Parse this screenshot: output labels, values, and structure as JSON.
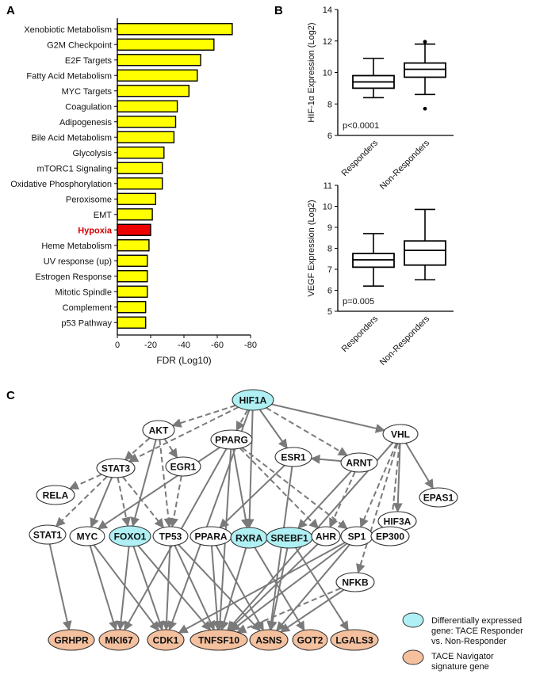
{
  "panels": {
    "a": "A",
    "b": "B",
    "c": "C"
  },
  "chart_data": [
    {
      "type": "bar",
      "orientation": "horizontal",
      "categories": [
        "Xenobiotic Metabolism",
        "G2M Checkpoint",
        "E2F Targets",
        "Fatty Acid Metabolism",
        "MYC Targets",
        "Coagulation",
        "Adipogenesis",
        "Bile Acid Metabolism",
        "Glycolysis",
        "mTORC1 Signaling",
        "Oxidative Phosphorylation",
        "Peroxisome",
        "EMT",
        "Hypoxia",
        "Heme Metabolism",
        "UV response (up)",
        "Estrogen Response",
        "Mitotic Spindle",
        "Complement",
        "p53 Pathway"
      ],
      "values": [
        -69,
        -58,
        -50,
        -48,
        -43,
        -36,
        -35,
        -34,
        -28,
        -27,
        -27,
        -23,
        -21,
        -20,
        -19,
        -18,
        -18,
        -18,
        -17,
        -17
      ],
      "highlight": "Hypoxia",
      "xlabel": "FDR (Log10)",
      "xlim": [
        0,
        -80
      ],
      "xticks": [
        "0",
        "-20",
        "-40",
        "-60",
        "-80"
      ],
      "bar_color": "#ffff00",
      "highlight_color": "#ee0000"
    },
    {
      "type": "boxplot",
      "ylabel": "HIF-1α Expression (Log2)",
      "ylim": [
        6,
        14
      ],
      "yticks": [
        "6",
        "8",
        "10",
        "12",
        "14"
      ],
      "categories": [
        "Responders",
        "Non-Responders"
      ],
      "boxes": [
        {
          "min": 8.4,
          "q1": 9.0,
          "median": 9.4,
          "q3": 9.8,
          "max": 10.9,
          "outliers": []
        },
        {
          "min": 8.6,
          "q1": 9.7,
          "median": 10.2,
          "q3": 10.6,
          "max": 11.8,
          "outliers": [
            11.95,
            7.7
          ]
        }
      ],
      "annotation": "p<0.0001"
    },
    {
      "type": "boxplot",
      "ylabel": "VEGF Expression (Log2)",
      "ylim": [
        5,
        11
      ],
      "yticks": [
        "5",
        "6",
        "7",
        "8",
        "9",
        "10",
        "11"
      ],
      "categories": [
        "Responders",
        "Non-Responders"
      ],
      "boxes": [
        {
          "min": 6.2,
          "q1": 7.1,
          "median": 7.45,
          "q3": 7.75,
          "max": 8.7,
          "outliers": []
        },
        {
          "min": 6.5,
          "q1": 7.2,
          "median": 7.9,
          "q3": 8.35,
          "max": 9.85,
          "outliers": []
        }
      ],
      "annotation": "p=0.005"
    }
  ],
  "network": {
    "node_colors": {
      "plain": "#ffffff",
      "deg": "#aef0f4",
      "sig": "#f4c09e"
    },
    "nodes": [
      {
        "id": "HIF1A",
        "label": "HIF1A",
        "kind": "deg"
      },
      {
        "id": "AKT",
        "label": "AKT",
        "kind": "plain"
      },
      {
        "id": "PPARG",
        "label": "PPARG",
        "kind": "plain"
      },
      {
        "id": "VHL",
        "label": "VHL",
        "kind": "plain"
      },
      {
        "id": "ESR1",
        "label": "ESR1",
        "kind": "plain"
      },
      {
        "id": "ARNT",
        "label": "ARNT",
        "kind": "plain"
      },
      {
        "id": "STAT3",
        "label": "STAT3",
        "kind": "plain"
      },
      {
        "id": "EGR1",
        "label": "EGR1",
        "kind": "plain"
      },
      {
        "id": "RELA",
        "label": "RELA",
        "kind": "plain"
      },
      {
        "id": "EPAS1",
        "label": "EPAS1",
        "kind": "plain"
      },
      {
        "id": "HIF3A",
        "label": "HIF3A",
        "kind": "plain"
      },
      {
        "id": "STAT1",
        "label": "STAT1",
        "kind": "plain"
      },
      {
        "id": "MYC",
        "label": "MYC",
        "kind": "plain"
      },
      {
        "id": "FOXO1",
        "label": "FOXO1",
        "kind": "deg"
      },
      {
        "id": "TP53",
        "label": "TP53",
        "kind": "plain"
      },
      {
        "id": "PPARA",
        "label": "PPARA",
        "kind": "plain"
      },
      {
        "id": "RXRA",
        "label": "RXRA",
        "kind": "deg"
      },
      {
        "id": "SREBF1",
        "label": "SREBF1",
        "kind": "deg"
      },
      {
        "id": "AHR",
        "label": "AHR",
        "kind": "plain"
      },
      {
        "id": "SP1",
        "label": "SP1",
        "kind": "plain"
      },
      {
        "id": "EP300",
        "label": "EP300",
        "kind": "plain"
      },
      {
        "id": "NFKB",
        "label": "NFKB",
        "kind": "plain"
      },
      {
        "id": "GRHPR",
        "label": "GRHPR",
        "kind": "sig"
      },
      {
        "id": "MKI67",
        "label": "MKI67",
        "kind": "sig"
      },
      {
        "id": "CDK1",
        "label": "CDK1",
        "kind": "sig"
      },
      {
        "id": "TNFSF10",
        "label": "TNFSF10",
        "kind": "sig"
      },
      {
        "id": "ASNS",
        "label": "ASNS",
        "kind": "sig"
      },
      {
        "id": "GOT2",
        "label": "GOT2",
        "kind": "sig"
      },
      {
        "id": "LGALS3",
        "label": "LGALS3",
        "kind": "sig"
      }
    ],
    "edges": [
      [
        "HIF1A",
        "AKT",
        "dashed"
      ],
      [
        "HIF1A",
        "PPARG",
        "dashed"
      ],
      [
        "HIF1A",
        "VHL",
        "solid"
      ],
      [
        "HIF1A",
        "ARNT",
        "dashed"
      ],
      [
        "HIF1A",
        "STAT3",
        "dashed"
      ],
      [
        "HIF1A",
        "ESR1",
        "solid"
      ],
      [
        "HIF1A",
        "RXRA",
        "solid"
      ],
      [
        "HIF1A",
        "CDK1",
        "solid"
      ],
      [
        "AKT",
        "STAT3",
        "dashed"
      ],
      [
        "AKT",
        "EGR1",
        "dashed"
      ],
      [
        "AKT",
        "FOXO1",
        "solid"
      ],
      [
        "AKT",
        "TP53",
        "dashed"
      ],
      [
        "PPARG",
        "RXRA",
        "solid"
      ],
      [
        "PPARG",
        "MYC",
        "solid"
      ],
      [
        "PPARG",
        "AHR",
        "dashed"
      ],
      [
        "PPARG",
        "SP1",
        "dashed"
      ],
      [
        "PPARG",
        "TNFSF10",
        "solid"
      ],
      [
        "PPARG",
        "MKI67",
        "solid"
      ],
      [
        "STAT3",
        "RELA",
        "dashed"
      ],
      [
        "STAT3",
        "STAT1",
        "dashed"
      ],
      [
        "STAT3",
        "FOXO1",
        "dashed"
      ],
      [
        "STAT3",
        "TP53",
        "dashed"
      ],
      [
        "STAT3",
        "MYC",
        "solid"
      ],
      [
        "EGR1",
        "TP53",
        "dashed"
      ],
      [
        "ARNT",
        "ESR1",
        "solid"
      ],
      [
        "ARNT",
        "AHR",
        "dashed"
      ],
      [
        "ARNT",
        "SREBF1",
        "solid"
      ],
      [
        "ESR1",
        "PPARA",
        "solid"
      ],
      [
        "ESR1",
        "ASNS",
        "solid"
      ],
      [
        "VHL",
        "EPAS1",
        "solid"
      ],
      [
        "VHL",
        "HIF3A",
        "solid"
      ],
      [
        "VHL",
        "SP1",
        "dashed"
      ],
      [
        "VHL",
        "EP300",
        "dashed"
      ],
      [
        "VHL",
        "NFKB",
        "dashed"
      ],
      [
        "VHL",
        "TNFSF10",
        "solid"
      ],
      [
        "MYC",
        "MKI67",
        "solid"
      ],
      [
        "MYC",
        "CDK1",
        "solid"
      ],
      [
        "STAT1",
        "GRHPR",
        "solid"
      ],
      [
        "FOXO1",
        "MKI67",
        "solid"
      ],
      [
        "FOXO1",
        "CDK1",
        "solid"
      ],
      [
        "FOXO1",
        "TNFSF10",
        "solid"
      ],
      [
        "TP53",
        "CDK1",
        "solid"
      ],
      [
        "TP53",
        "TNFSF10",
        "solid"
      ],
      [
        "TP53",
        "ASNS",
        "solid"
      ],
      [
        "PPARA",
        "TNFSF10",
        "solid"
      ],
      [
        "PPARA",
        "ASNS",
        "solid"
      ],
      [
        "RXRA",
        "TNFSF10",
        "solid"
      ],
      [
        "RXRA",
        "GOT2",
        "solid"
      ],
      [
        "SREBF1",
        "ASNS",
        "solid"
      ],
      [
        "SREBF1",
        "LGALS3",
        "solid"
      ],
      [
        "AHR",
        "TNFSF10",
        "solid"
      ],
      [
        "SP1",
        "CDK1",
        "solid"
      ],
      [
        "SP1",
        "TNFSF10",
        "solid"
      ],
      [
        "SP1",
        "ASNS",
        "solid"
      ],
      [
        "NFKB",
        "TNFSF10",
        "dashed"
      ],
      [
        "NFKB",
        "ASNS",
        "solid"
      ]
    ],
    "legend": [
      {
        "kind": "deg",
        "line1": "Differentially expressed",
        "line2": "gene: TACE Responder",
        "line3": "vs. Non-Responder"
      },
      {
        "kind": "sig",
        "line1": "TACE Navigator",
        "line2": "signature gene",
        "line3": ""
      }
    ]
  }
}
